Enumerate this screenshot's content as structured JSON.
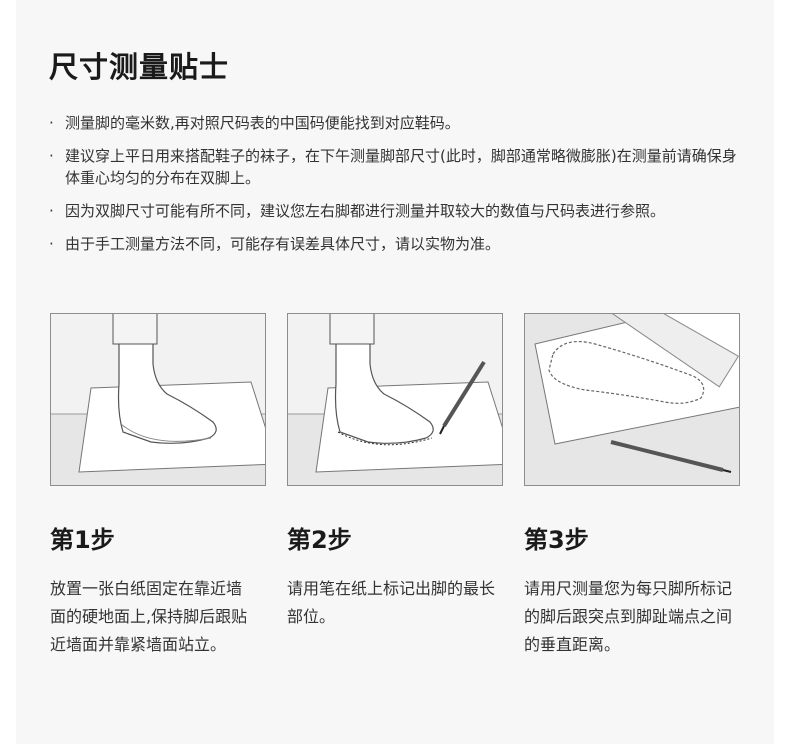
{
  "title": "尺寸测量贴士",
  "tips": [
    "测量脚的毫米数,再对照尺码表的中国码便能找到对应鞋码。",
    "建议穿上平日用来搭配鞋子的袜子，在下午测量脚部尺寸(此时，脚部通常略微膨胀)在测量前请确保身体重心均匀的分布在双脚上。",
    "因为双脚尺寸可能有所不同，建议您左右脚都进行测量并取较大的数值与尺码表进行参照。",
    "由于手工测量方法不同，可能存有误差具体尺寸，请以实物为准。"
  ],
  "bullet": "·",
  "steps": [
    {
      "title": "第1步",
      "text": "放置一张白纸固定在靠近墙面的硬地面上,保持脚后跟贴近墙面并靠紧墙面站立。"
    },
    {
      "title": "第2步",
      "text": "请用笔在纸上标记出脚的最长部位。"
    },
    {
      "title": "第3步",
      "text": "请用尺测量您为每只脚所标记的脚后跟突点到脚趾端点之间的垂直距离。"
    }
  ]
}
